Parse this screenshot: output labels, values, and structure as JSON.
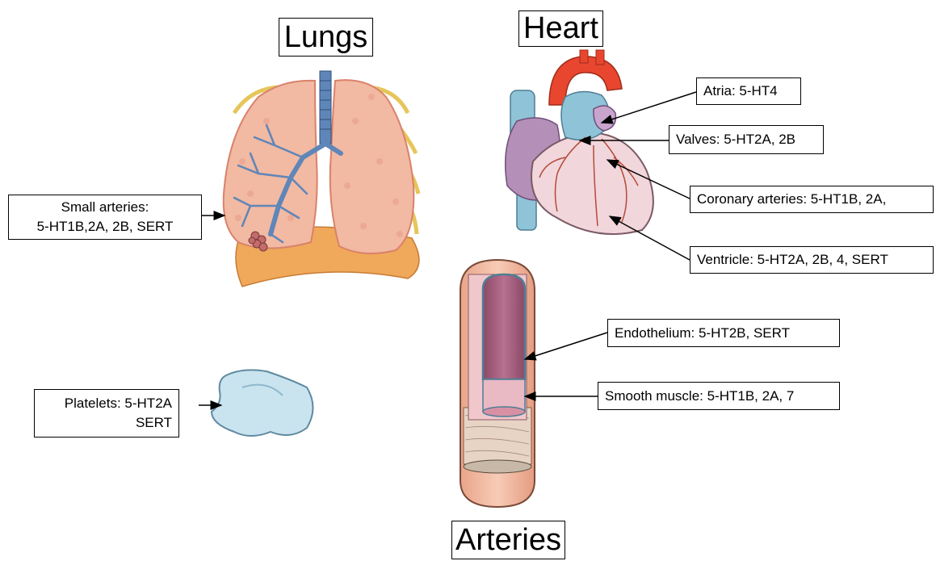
{
  "titles": {
    "lungs": "Lungs",
    "heart": "Heart",
    "arteries": "Arteries"
  },
  "labels": {
    "small_arteries_line1": "Small arteries:",
    "small_arteries_line2": "5-HT1B,2A, 2B, SERT",
    "atria": "Atria: 5-HT4",
    "valves": "Valves: 5-HT2A, 2B",
    "coronary": "Coronary arteries: 5-HT1B, 2A,",
    "ventricle": "Ventricle: 5-HT2A, 2B, 4, SERT",
    "endothelium": "Endothelium: 5-HT2B, SERT",
    "smooth_muscle": "Smooth muscle: 5-HT1B, 2A, 7",
    "platelets_line1": "Platelets: 5-HT2A",
    "platelets_line2": "SERT"
  },
  "colors": {
    "lung_tissue": "#f2b9a3",
    "bronchi": "#5f86b8",
    "diaphragm": "#f0a85a",
    "aorta": "#e8462e",
    "vein": "#8fc3d8",
    "heart_muscle": "#f1d6dc",
    "atrium": "#b48fb8",
    "artery_outer": "#f3b99c",
    "artery_lumen": "#a05a78",
    "platelet": "#c9e3ef"
  }
}
